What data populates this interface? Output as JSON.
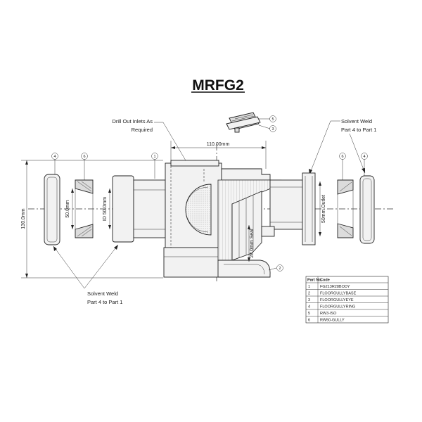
{
  "title": "MRFG2",
  "callouts": {
    "drill_out": [
      "Drill Out Inlets As",
      "Required"
    ],
    "solvent_weld_right": [
      "Solvent Weld",
      "Part 4 to Part 1"
    ],
    "solvent_weld_left": [
      "Solvent Weld",
      "Part 4 to Part 1"
    ]
  },
  "dimensions": {
    "top_width": "110.00mm",
    "height": "130.0mm",
    "inlet_od": "50.0mm",
    "inlet_id": "ID 50.0mm",
    "outlet": "50mm Outlet",
    "seal": "28.0mm Seal"
  },
  "balloons": {
    "top_a": "5",
    "top_b": "3",
    "left_seal": "4",
    "left_ring": "6",
    "body": "1",
    "right_ring": "6",
    "right_seal": "4",
    "base": "2"
  },
  "parts_table": {
    "headers": [
      "Part No.",
      "Code"
    ],
    "rows": [
      [
        "1",
        "FG213R28BODY"
      ],
      [
        "2",
        "FLOORGULLYBASE"
      ],
      [
        "3",
        "FLOORGULLYEYE"
      ],
      [
        "4",
        "FLOORGULLYRING"
      ],
      [
        "5",
        "RW3-ISO"
      ],
      [
        "6",
        "RW50-GULLY"
      ]
    ]
  }
}
